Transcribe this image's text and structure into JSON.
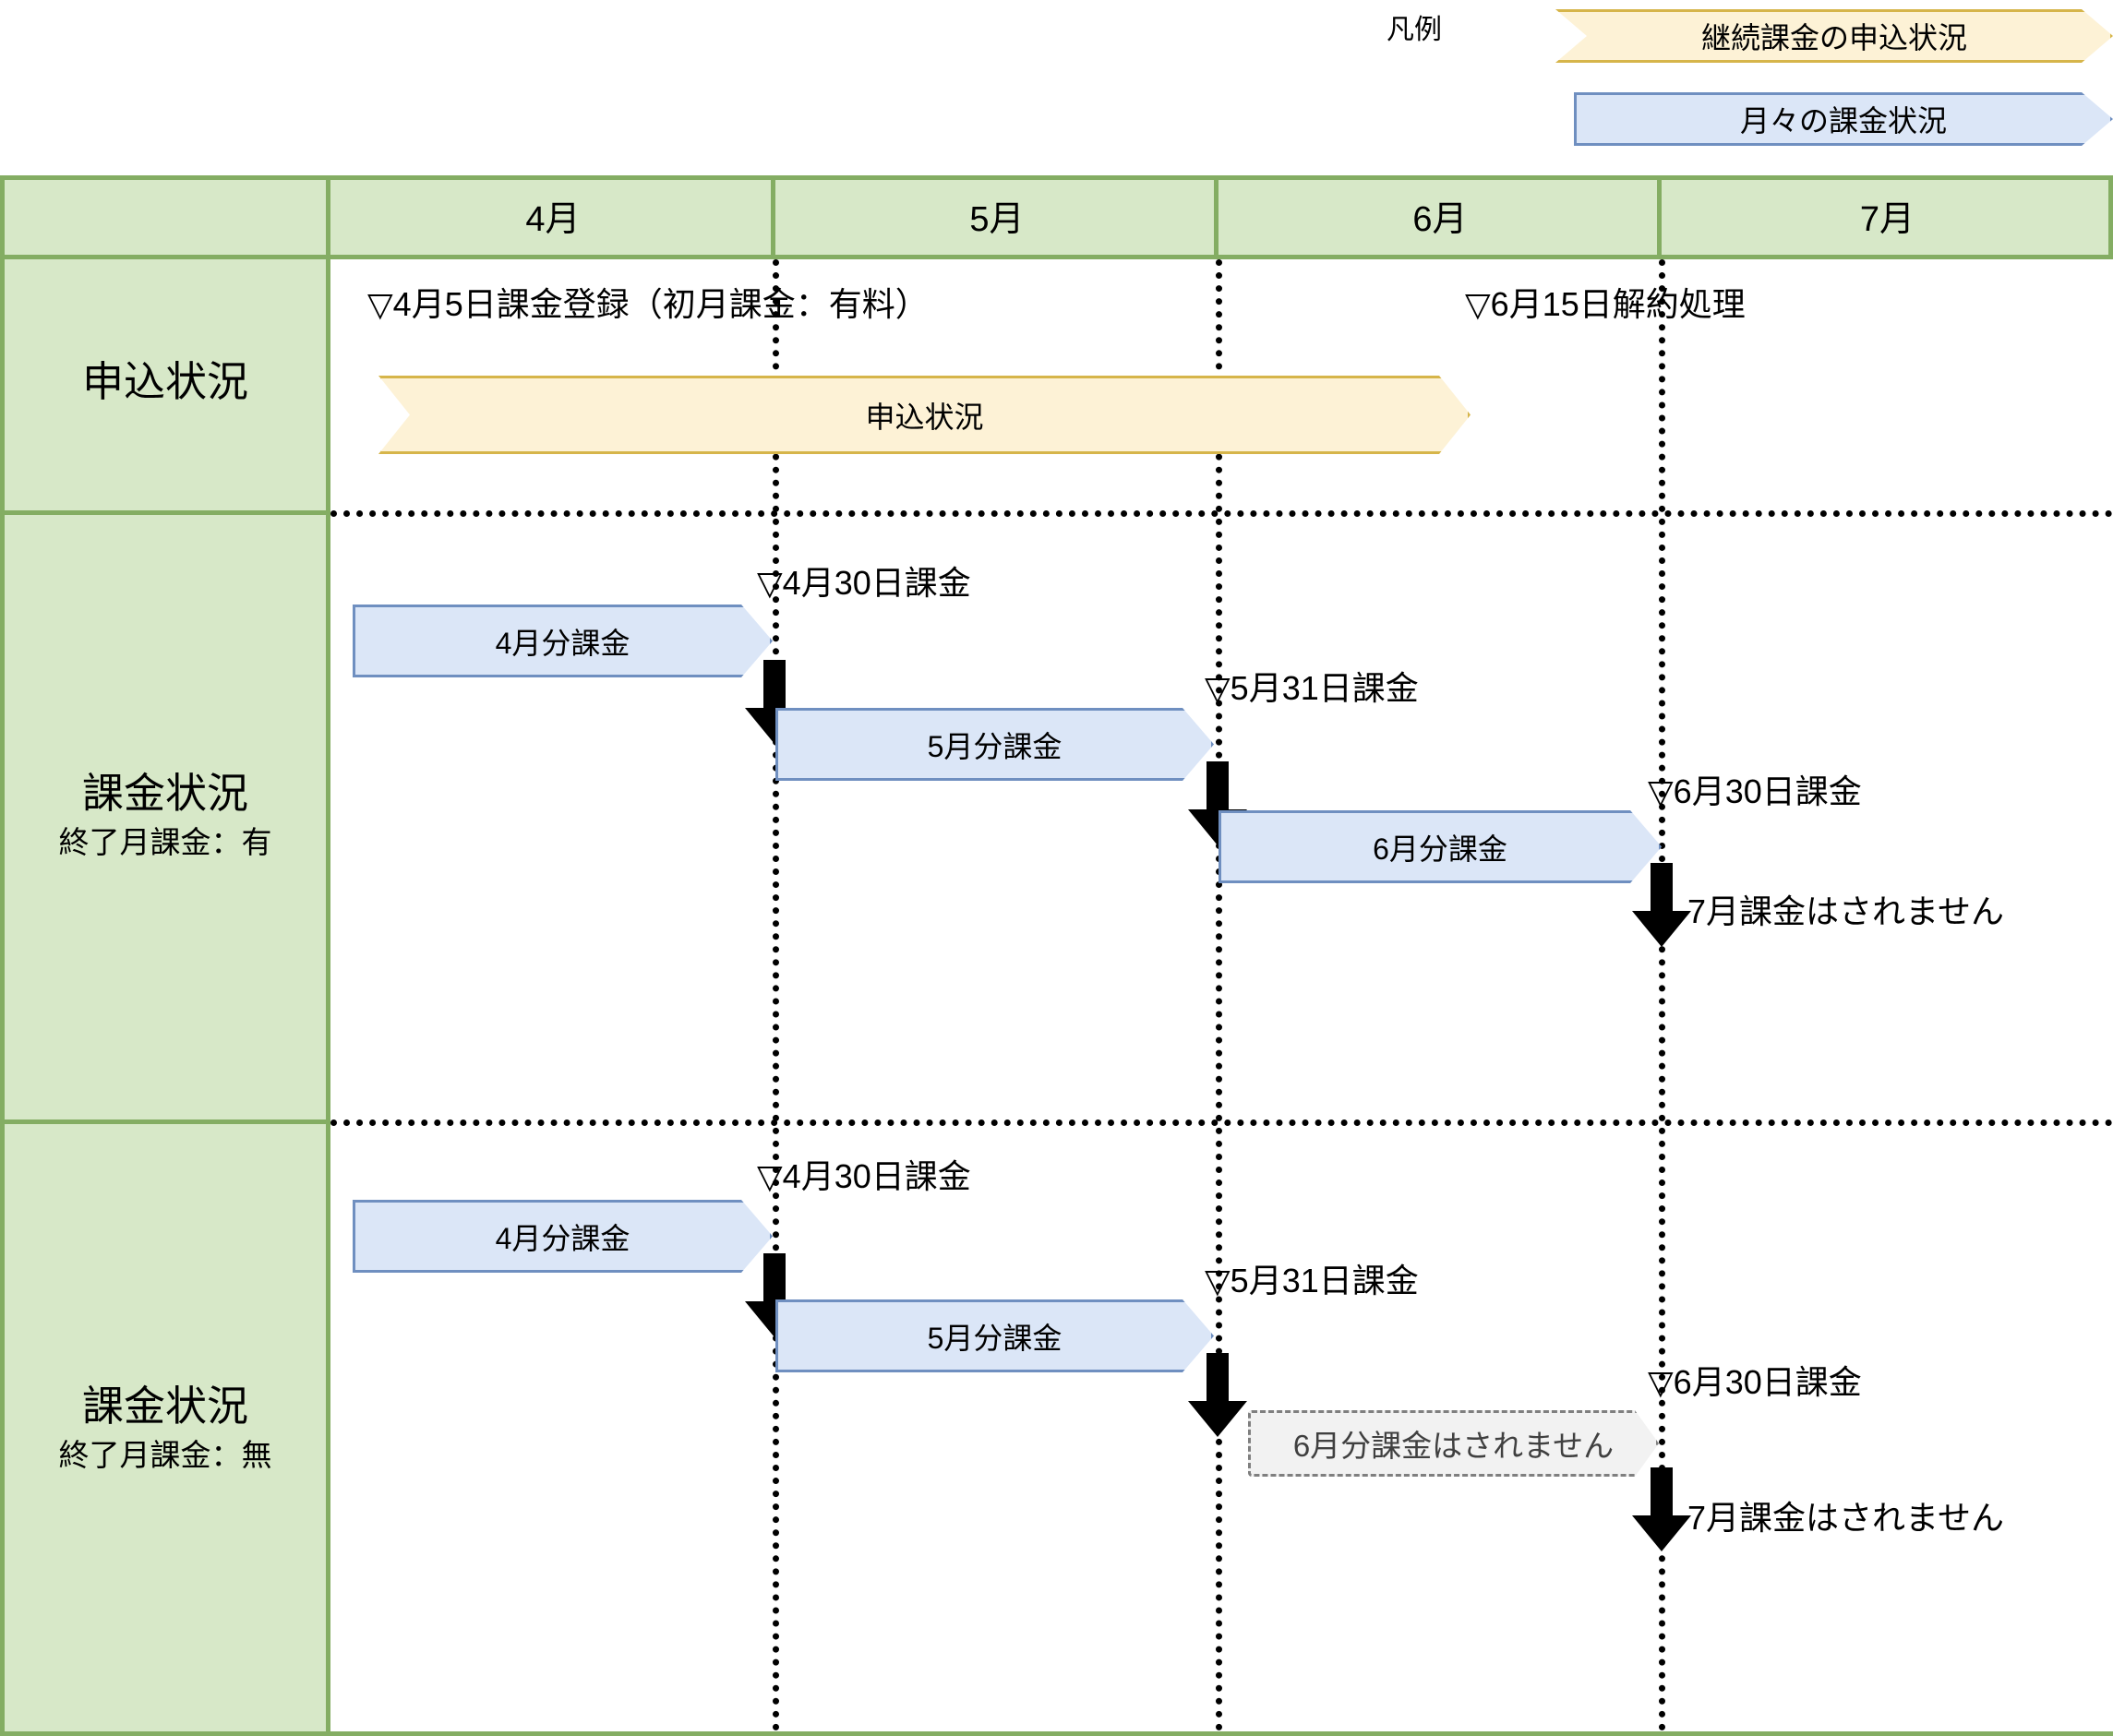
{
  "legend": {
    "label": "凡例",
    "items": [
      {
        "name": "subscription-legend",
        "text": "継続課金の申込状況",
        "color": "#fdf2d6",
        "border": "#d6b54a"
      },
      {
        "name": "monthly-legend",
        "text": "月々の課金状況",
        "color": "#dbe6f7",
        "border": "#6f8fc0"
      }
    ]
  },
  "grid": {
    "header": {
      "corner": "",
      "months": [
        "4月",
        "5月",
        "6月",
        "7月"
      ]
    },
    "row_label_bg": "#d7e8c8",
    "border_color": "#84ad63"
  },
  "rows": [
    {
      "name": "application-status",
      "title": "申込状況",
      "subtitle": "",
      "markers": [
        {
          "name": "apr5-register",
          "text": "▽4月5日課金登録（初月課金：有料）"
        },
        {
          "name": "jun15-cancel",
          "text": "▽6月15日解約処理"
        }
      ],
      "bars": [
        {
          "name": "application-bar",
          "text": "申込状況",
          "style": "yellow"
        }
      ],
      "notes": []
    },
    {
      "name": "billing-status-with-final-month",
      "title": "課金状況",
      "subtitle": "終了月課金：有",
      "markers": [
        {
          "name": "apr30-billing",
          "text": "▽4月30日課金"
        },
        {
          "name": "may31-billing",
          "text": "▽5月31日課金"
        },
        {
          "name": "jun30-billing",
          "text": "▽6月30日課金"
        }
      ],
      "bars": [
        {
          "name": "april-charge-bar",
          "text": "4月分課金",
          "style": "blue"
        },
        {
          "name": "may-charge-bar",
          "text": "5月分課金",
          "style": "blue"
        },
        {
          "name": "june-charge-bar",
          "text": "6月分課金",
          "style": "blue"
        }
      ],
      "notes": [
        {
          "name": "july-no-charge-note",
          "text": "7月課金はされません"
        }
      ]
    },
    {
      "name": "billing-status-without-final-month",
      "title": "課金状況",
      "subtitle": "終了月課金：無",
      "markers": [
        {
          "name": "apr30-billing",
          "text": "▽4月30日課金"
        },
        {
          "name": "may31-billing",
          "text": "▽5月31日課金"
        },
        {
          "name": "jun30-billing",
          "text": "▽6月30日課金"
        }
      ],
      "bars": [
        {
          "name": "april-charge-bar",
          "text": "4月分課金",
          "style": "blue"
        },
        {
          "name": "may-charge-bar",
          "text": "5月分課金",
          "style": "blue"
        },
        {
          "name": "june-no-charge-bar",
          "text": "6月分課金はされません",
          "style": "dashed"
        }
      ],
      "notes": [
        {
          "name": "july-no-charge-note",
          "text": "7月課金はされません"
        }
      ]
    }
  ]
}
